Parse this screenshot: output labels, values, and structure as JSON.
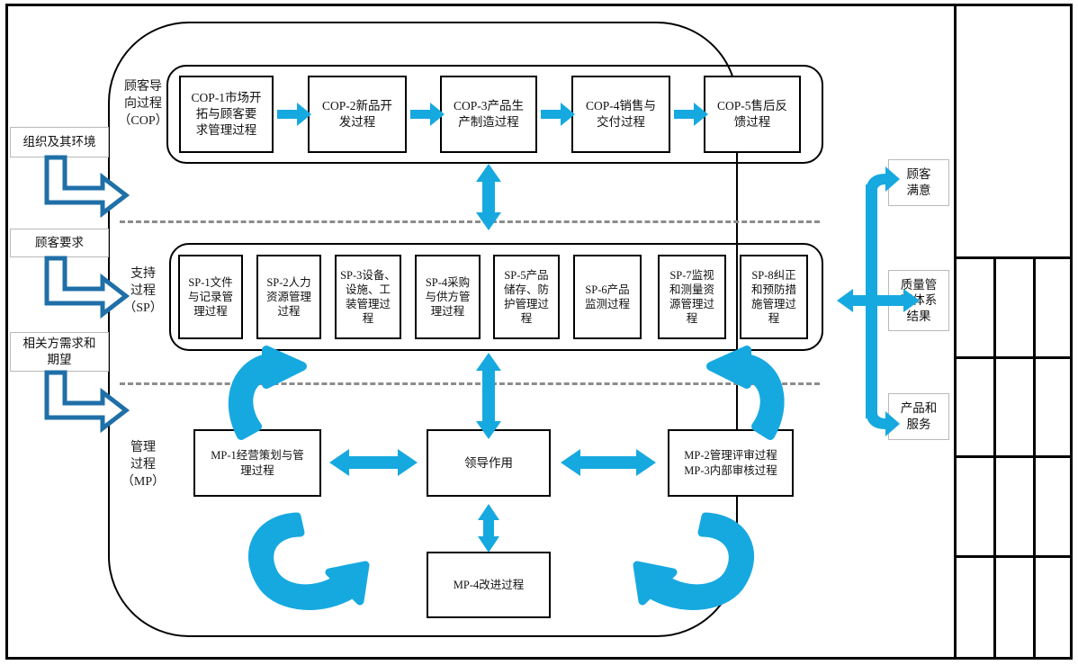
{
  "diagram": {
    "title_present": false,
    "colors": {
      "flow_arrow_blue": "#16a9e0",
      "io_arrow_blue": "#1f6fa8",
      "dashed_separator": "#8c8c8c",
      "box_border": "#000000",
      "side_box_border": "#b9b9b9"
    },
    "bands": [
      {
        "key": "cop",
        "label": "顾客导\n向过程\n（COP）"
      },
      {
        "key": "sp",
        "label": "支持\n过程\n（SP）"
      },
      {
        "key": "mp",
        "label": "管理\n过程\n（MP）"
      }
    ],
    "inputs": [
      {
        "label": "组织及其环境"
      },
      {
        "label": "顾客要求"
      },
      {
        "label": "相关方需求和\n期望"
      }
    ],
    "outputs": [
      {
        "label": "顾客\n满意"
      },
      {
        "label": "质量管\n理体系\n结果"
      },
      {
        "label": "产品和\n服务"
      }
    ],
    "cop_processes": [
      {
        "label": "COP-1市场开\n拓与顾客要\n求管理过程"
      },
      {
        "label": "COP-2新品开\n发过程"
      },
      {
        "label": "COP-3产品生\n产制造过程"
      },
      {
        "label": "COP-4销售与\n交付过程"
      },
      {
        "label": "COP-5售后反\n馈过程"
      }
    ],
    "sp_processes": [
      {
        "label": "SP-1文件\n与记录管\n理过程"
      },
      {
        "label": "SP-2人力\n资源管理\n过程"
      },
      {
        "label": "SP-3设备、\n设施、工\n装管理过\n程"
      },
      {
        "label": "SP-4采购\n与供方管\n理过程"
      },
      {
        "label": "SP-5产品\n储存、防\n护管理过\n程"
      },
      {
        "label": "SP-6产品\n监测过程"
      },
      {
        "label": "SP-7监视\n和测量资\n源管理过\n程"
      },
      {
        "label": "SP-8纠正\n和预防措\n施管理过\n程"
      }
    ],
    "mp_processes": [
      {
        "key": "mp1",
        "label": "MP-1经营策划与管\n理过程"
      },
      {
        "key": "leader",
        "label": "领导作用"
      },
      {
        "key": "mp23",
        "label": "MP-2管理评审过程\nMP-3内部审核过程"
      },
      {
        "key": "mp4",
        "label": "MP-4改进过程"
      }
    ]
  },
  "sheet_table": {
    "rows": [
      {
        "cells": [
          ""
        ]
      },
      {
        "cells": [
          "",
          "",
          ""
        ]
      },
      {
        "cells": [
          "",
          "",
          ""
        ]
      },
      {
        "cells": [
          "",
          "",
          ""
        ]
      },
      {
        "cells": [
          "",
          "",
          ""
        ]
      }
    ]
  }
}
